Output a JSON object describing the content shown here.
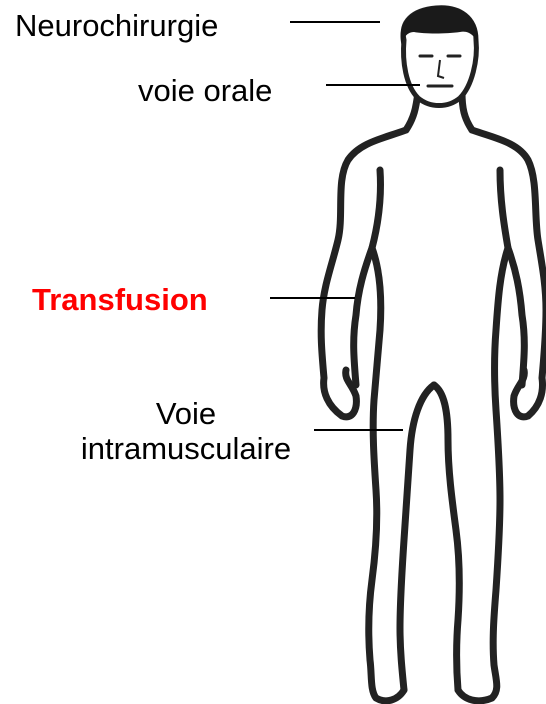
{
  "labels": {
    "neurochirurgie": "Neurochirurgie",
    "voie_orale": "voie orale",
    "transfusion": "Transfusion",
    "voie_intramusculaire_line1": "Voie",
    "voie_intramusculaire_line2": "intramusculaire"
  },
  "colors": {
    "highlight": "#ff0000",
    "text": "#000000",
    "outline": "#222222",
    "hair": "#1a1a1a"
  },
  "icons": {
    "figure": "human-body-outline"
  }
}
